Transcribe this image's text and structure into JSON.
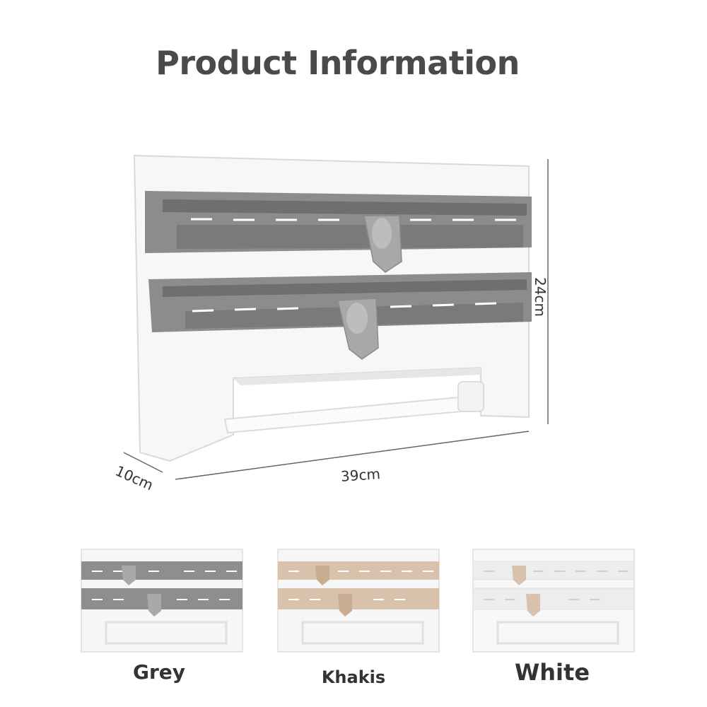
{
  "title": "Product Information",
  "dimensions": {
    "height": "24cm",
    "width": "39cm",
    "depth": "10cm"
  },
  "variants": [
    {
      "label": "Grey",
      "color": "#8e8e8e"
    },
    {
      "label": "Khakis",
      "color": "#d8c2ab"
    },
    {
      "label": "White",
      "color": "#ededed"
    }
  ]
}
